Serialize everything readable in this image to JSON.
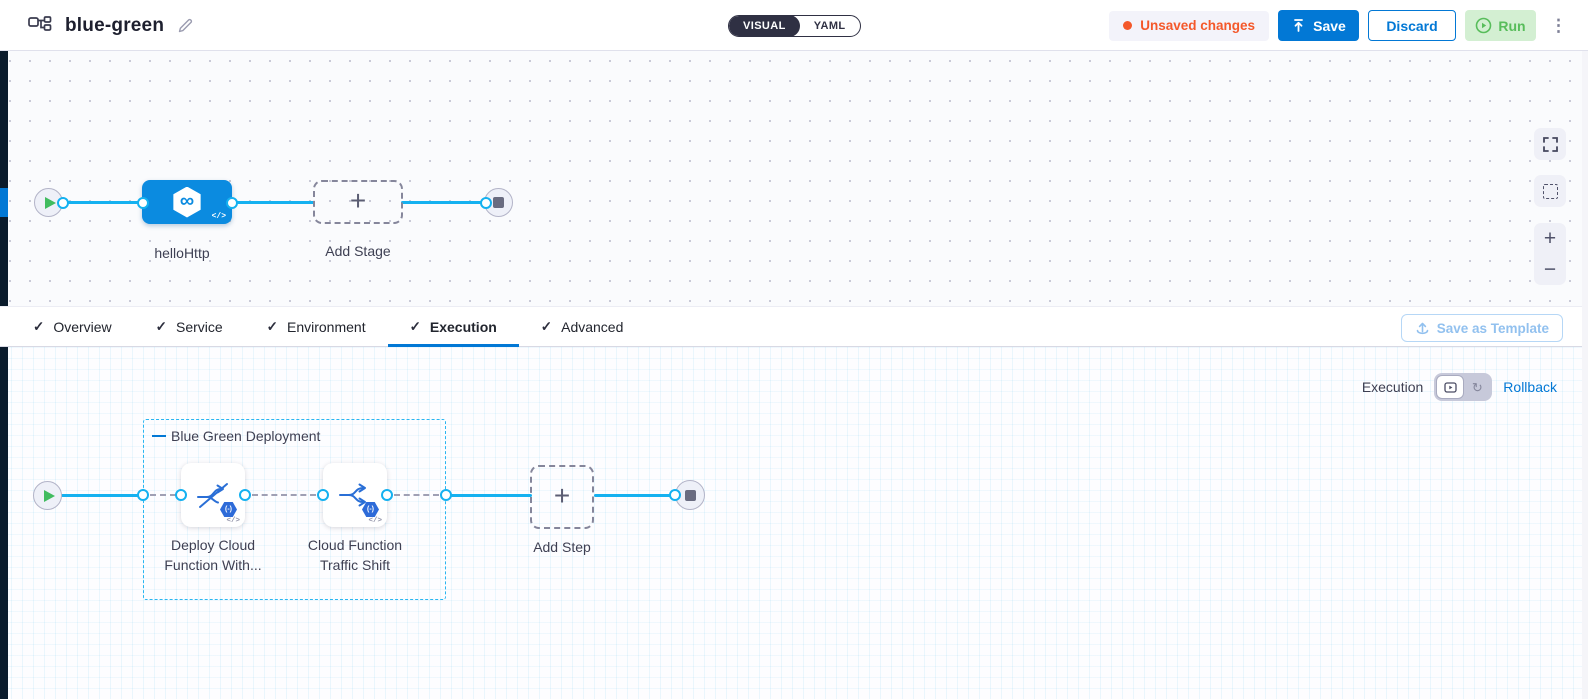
{
  "header": {
    "title": "blue-green",
    "mode_toggle": {
      "options": [
        "VISUAL",
        "YAML"
      ],
      "selected": "VISUAL"
    },
    "status_badge": "Unsaved changes",
    "buttons": {
      "save": "Save",
      "discard": "Discard",
      "run": "Run"
    }
  },
  "stage_pipeline": {
    "stage_name": "helloHttp",
    "add_stage_label": "Add Stage"
  },
  "tabs": {
    "items": [
      {
        "label": "Overview",
        "checked": true
      },
      {
        "label": "Service",
        "checked": true
      },
      {
        "label": "Environment",
        "checked": true
      },
      {
        "label": "Execution",
        "checked": true,
        "selected": true
      },
      {
        "label": "Advanced",
        "checked": true
      }
    ],
    "save_as_template_label": "Save as Template"
  },
  "execution_panel": {
    "mode_label": "Execution",
    "rollback_label": "Rollback",
    "group_title": "Blue Green Deployment",
    "steps": [
      {
        "name": "Deploy Cloud Function With..."
      },
      {
        "name": "Cloud Function Traffic Shift"
      }
    ],
    "add_step_label": "Add Step"
  },
  "icons": {
    "check": "✓",
    "kebab": "⋮",
    "plus": "+",
    "minus": "−",
    "infinity": "∞",
    "code": "</>",
    "badge": "(-)",
    "rollback_arrow": "↻"
  },
  "colors": {
    "primary_blue": "#0278d5",
    "flow_cyan": "#14b1f0",
    "stage_blue": "#0b8be0",
    "unsaved_orange": "#f4582a",
    "run_green": "#58bd5b",
    "rail_navy": "#0a1b2c"
  }
}
